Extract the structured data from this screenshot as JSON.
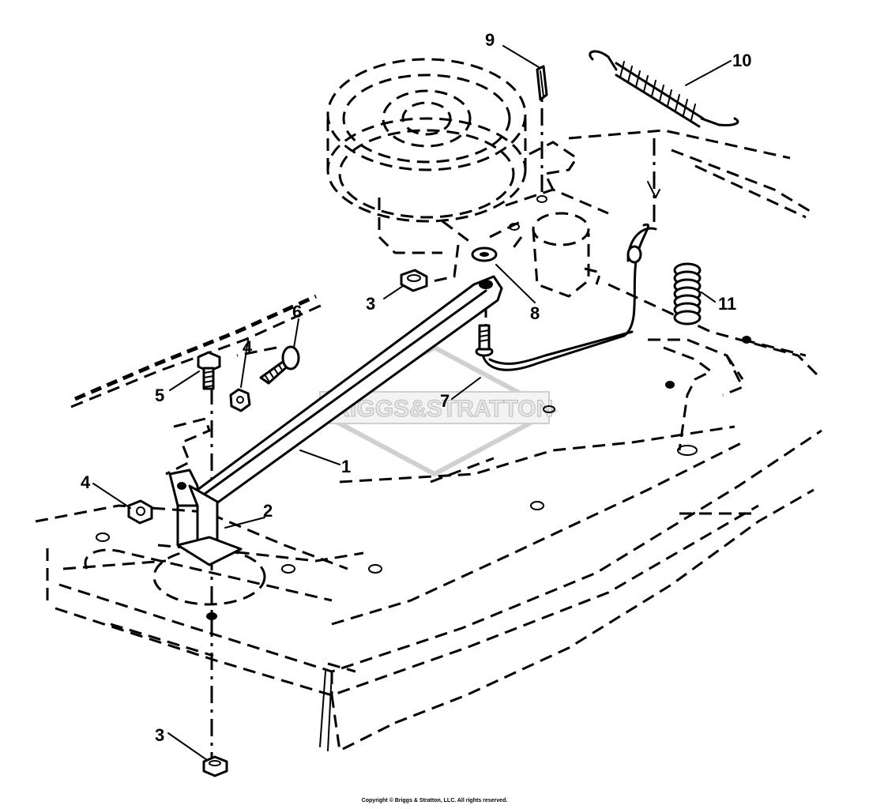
{
  "figure": {
    "watermark": "BRIGGS&STRATTON",
    "copyright": "Copyright © Briggs & Stratton, LLC. All rights reserved."
  },
  "callouts": [
    {
      "id": "c1",
      "label": "1"
    },
    {
      "id": "c2",
      "label": "2"
    },
    {
      "id": "c3a",
      "label": "3"
    },
    {
      "id": "c3b",
      "label": "3"
    },
    {
      "id": "c4a",
      "label": "4"
    },
    {
      "id": "c4b",
      "label": "4"
    },
    {
      "id": "c5",
      "label": "5"
    },
    {
      "id": "c6",
      "label": "6"
    },
    {
      "id": "c7",
      "label": "7"
    },
    {
      "id": "c8",
      "label": "8"
    },
    {
      "id": "c9",
      "label": "9"
    },
    {
      "id": "c10",
      "label": "10"
    },
    {
      "id": "c11",
      "label": "11"
    }
  ]
}
